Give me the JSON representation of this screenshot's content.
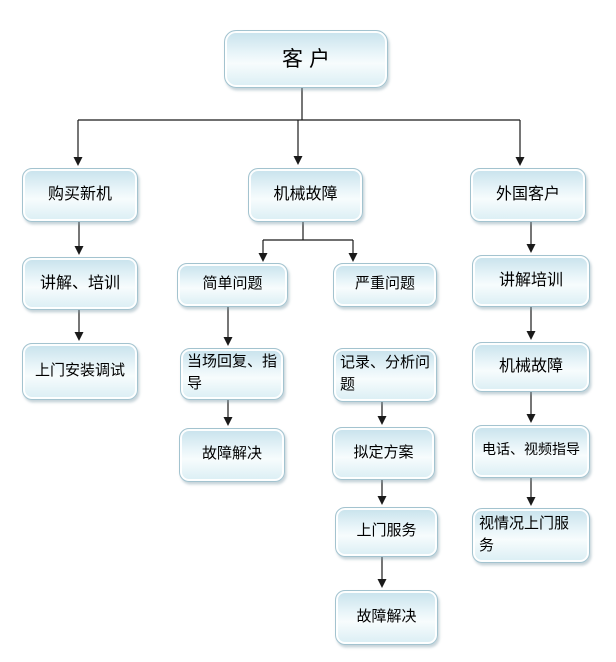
{
  "flowchart": {
    "type": "flowchart",
    "nodes": {
      "customer": "客户",
      "buy_new_machine": "购买新机",
      "mechanical_fault": "机械故障",
      "foreign_customer": "外国客户",
      "explain_training": "讲解、培训",
      "onsite_install_debug": "上门安装调试",
      "simple_problem": "简单问题",
      "onsite_reply_guide": "当场回复、指导",
      "fault_solved_left": "故障解决",
      "serious_problem": "严重问题",
      "record_analyze_problem": "记录、分析问题",
      "draft_plan": "拟定方案",
      "onsite_service": "上门服务",
      "fault_solved_mid": "故障解决",
      "explain_training_foreign": "讲解培训",
      "mechanical_fault_foreign": "机械故障",
      "phone_video_guide": "电话、视频指导",
      "onsite_by_case": "视情况上门服务"
    },
    "edges": [
      {
        "from": "customer",
        "to": "buy_new_machine"
      },
      {
        "from": "customer",
        "to": "mechanical_fault"
      },
      {
        "from": "customer",
        "to": "foreign_customer"
      },
      {
        "from": "buy_new_machine",
        "to": "explain_training"
      },
      {
        "from": "explain_training",
        "to": "onsite_install_debug"
      },
      {
        "from": "mechanical_fault",
        "to": "simple_problem"
      },
      {
        "from": "mechanical_fault",
        "to": "serious_problem"
      },
      {
        "from": "simple_problem",
        "to": "onsite_reply_guide"
      },
      {
        "from": "onsite_reply_guide",
        "to": "fault_solved_left"
      },
      {
        "from": "serious_problem",
        "to": "record_analyze_problem"
      },
      {
        "from": "record_analyze_problem",
        "to": "draft_plan"
      },
      {
        "from": "draft_plan",
        "to": "onsite_service"
      },
      {
        "from": "onsite_service",
        "to": "fault_solved_mid"
      },
      {
        "from": "foreign_customer",
        "to": "explain_training_foreign"
      },
      {
        "from": "explain_training_foreign",
        "to": "mechanical_fault_foreign"
      },
      {
        "from": "mechanical_fault_foreign",
        "to": "phone_video_guide"
      },
      {
        "from": "phone_video_guide",
        "to": "onsite_by_case"
      }
    ],
    "colors": {
      "node_fill_top": "#c7e2ec",
      "node_fill_light": "#f7fcfd",
      "node_fill_bottom": "#daeef4",
      "node_border": "#a3c3cf",
      "node_inner_highlight": "#ffffff",
      "connector": "#1a1a1a",
      "text": "#000000",
      "background": "#ffffff"
    }
  }
}
